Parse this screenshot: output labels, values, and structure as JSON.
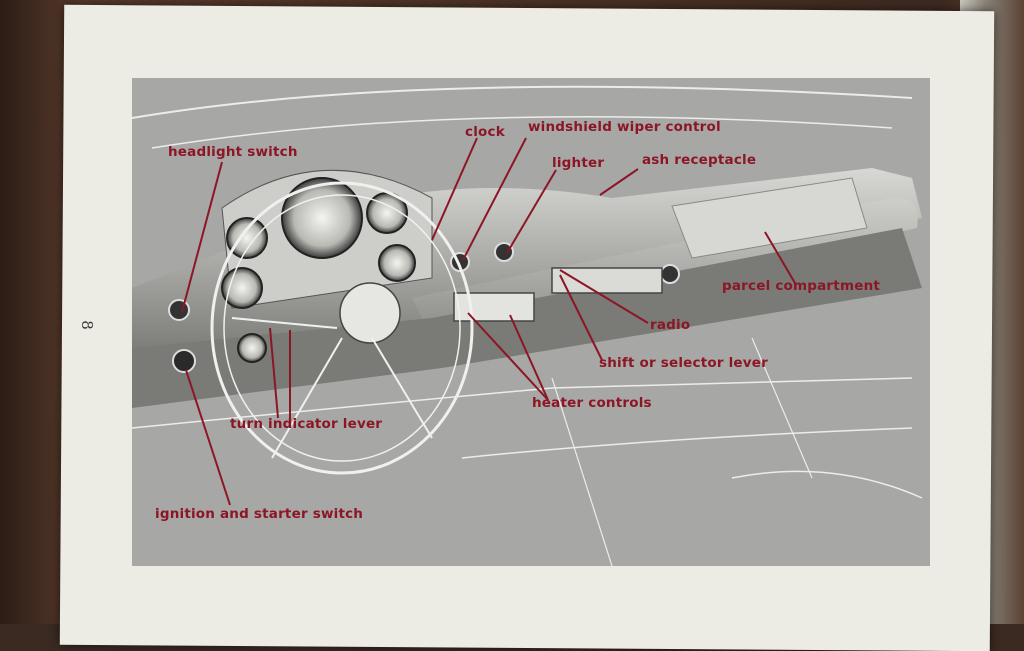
{
  "page": {
    "number": "8"
  },
  "labels": {
    "headlight_switch": "headlight switch",
    "clock": "clock",
    "windshield_wiper_control": "windshield wiper control",
    "lighter": "lighter",
    "ash_receptacle": "ash receptacle",
    "parcel_compartment": "parcel compartment",
    "radio": "radio",
    "shift_selector_lever": "shift or selector lever",
    "heater_controls": "heater controls",
    "turn_indicator_lever": "turn indicator lever",
    "ignition_starter_switch": "ignition and starter switch"
  },
  "colors": {
    "label": "#8c1626",
    "page": "#ecece4",
    "photo": "#a8a8a6"
  }
}
